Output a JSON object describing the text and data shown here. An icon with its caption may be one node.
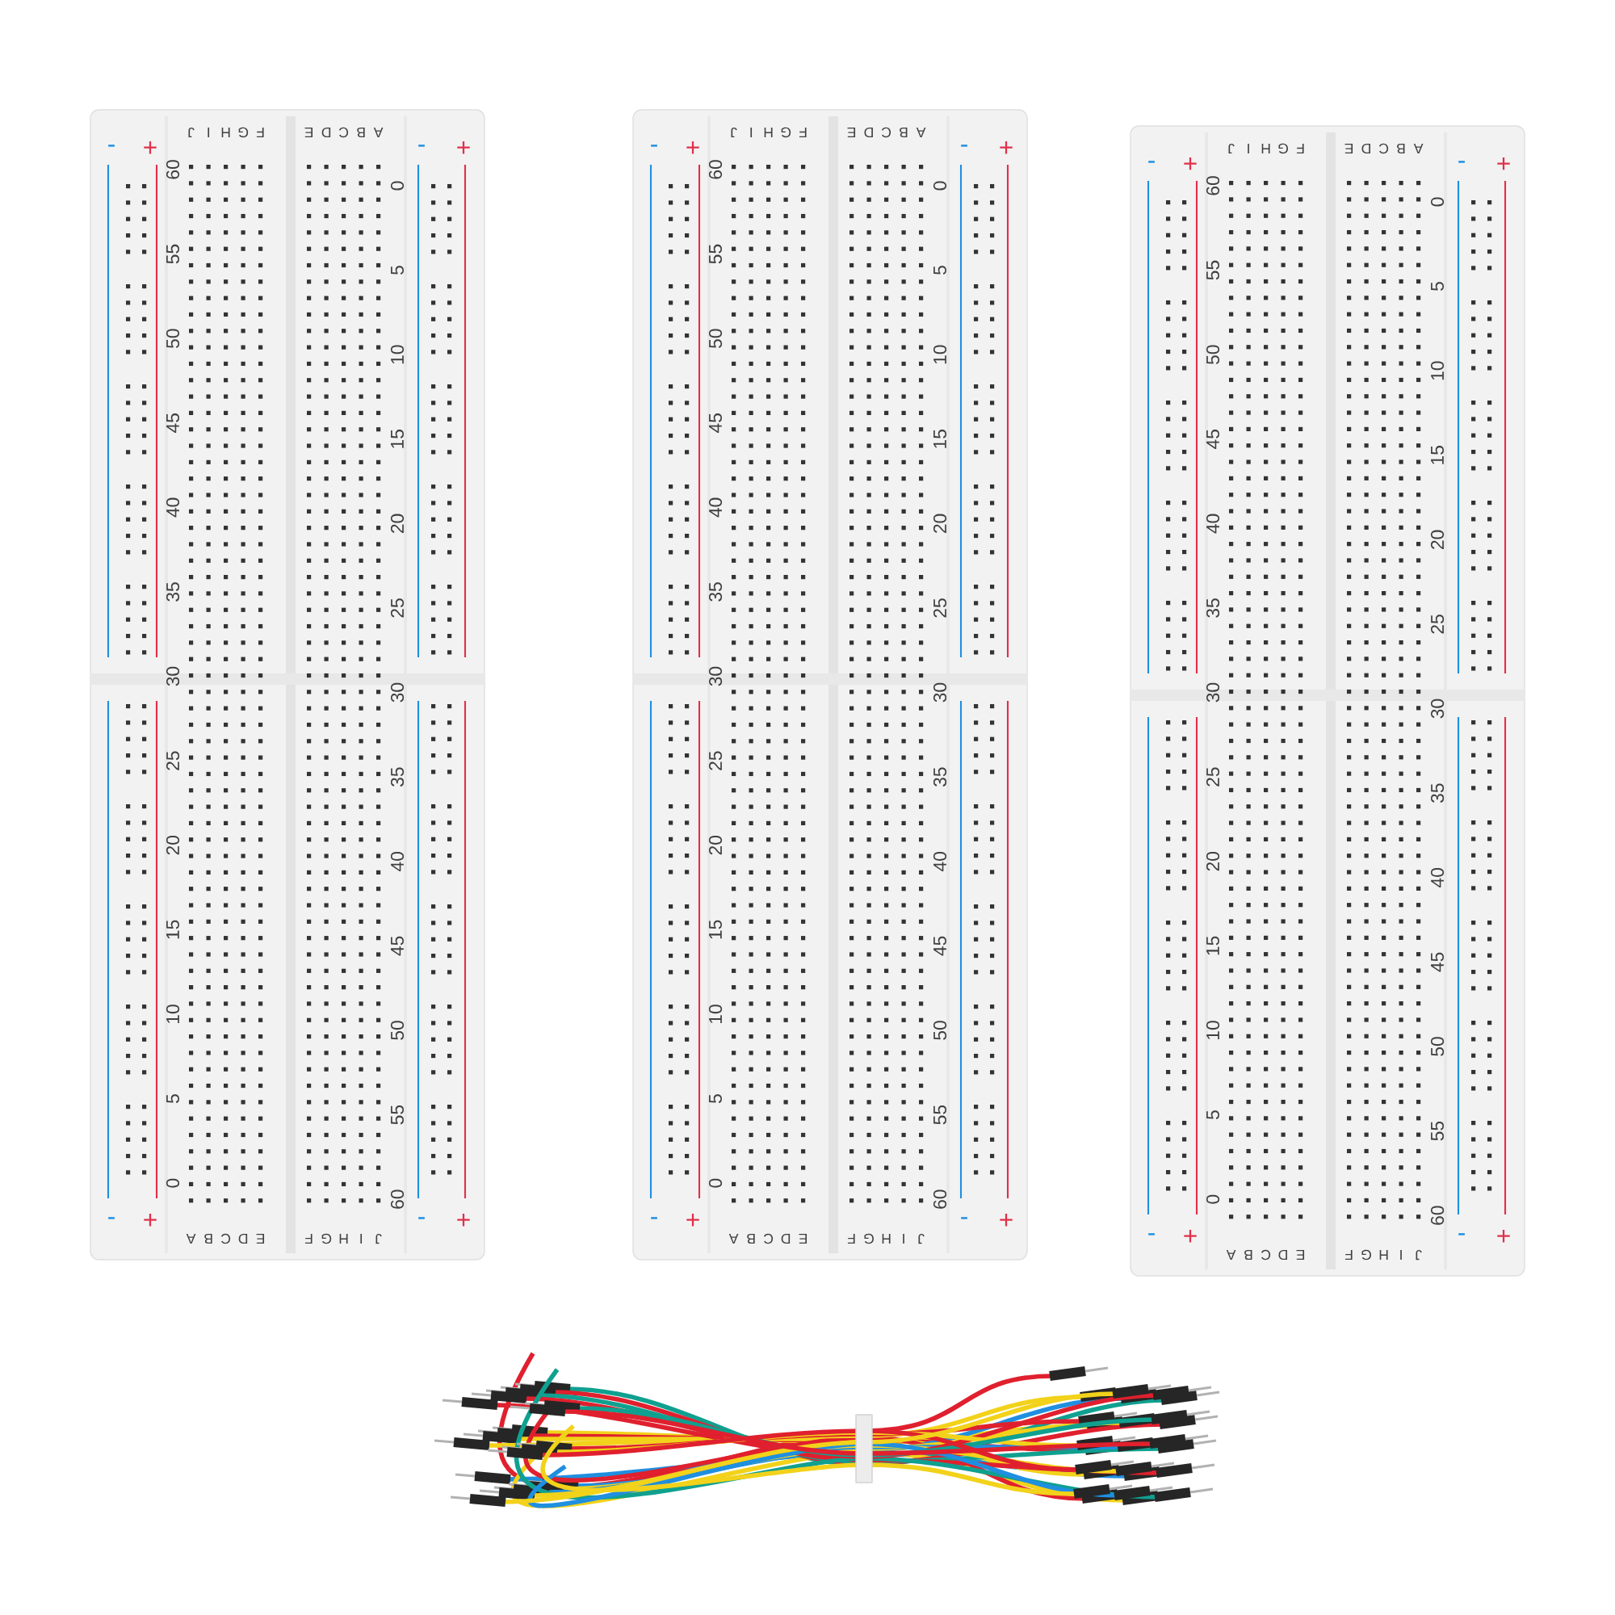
{
  "diagram": {
    "labels": [
      "-",
      "+",
      "J",
      "I",
      "H",
      "G",
      "F",
      "E",
      "D",
      "C",
      "B",
      "A",
      "-",
      "+",
      "60",
      "55",
      "50",
      "45",
      "40",
      "35",
      "30",
      "25",
      "20",
      "15",
      "10",
      "5",
      "0",
      "0",
      "5",
      "10",
      "15",
      "20",
      "25",
      "30",
      "35",
      "40",
      "45",
      "50",
      "55",
      "60",
      "-",
      "+",
      "A",
      "B",
      "C",
      "D",
      "E",
      "F",
      "G",
      "H",
      "I",
      "J",
      "-",
      "+",
      "-",
      "+",
      "J",
      "I",
      "H",
      "G",
      "F",
      "E",
      "D",
      "C",
      "B",
      "A",
      "-",
      "+",
      "60",
      "55",
      "50",
      "45",
      "40",
      "35",
      "30",
      "25",
      "20",
      "15",
      "10",
      "5",
      "0",
      "0",
      "5",
      "10",
      "15",
      "20",
      "25",
      "30",
      "35",
      "40",
      "45",
      "50",
      "55",
      "60",
      "-",
      "+",
      "A",
      "B",
      "C",
      "D",
      "E",
      "F",
      "G",
      "H",
      "I",
      "J",
      "-",
      "+",
      "-",
      "+",
      "J",
      "I",
      "H",
      "G",
      "F",
      "E",
      "D",
      "C",
      "B",
      "A",
      "-",
      "+",
      "60",
      "55",
      "50",
      "45",
      "40",
      "35",
      "30",
      "25",
      "20",
      "15",
      "10",
      "5",
      "0",
      "0",
      "5",
      "10",
      "15",
      "20",
      "25",
      "30",
      "35",
      "40",
      "45",
      "50",
      "55",
      "60",
      "-",
      "+",
      "A",
      "B",
      "C",
      "D",
      "E",
      "F",
      "G",
      "H",
      "I",
      "J",
      "-",
      "+"
    ]
  }
}
